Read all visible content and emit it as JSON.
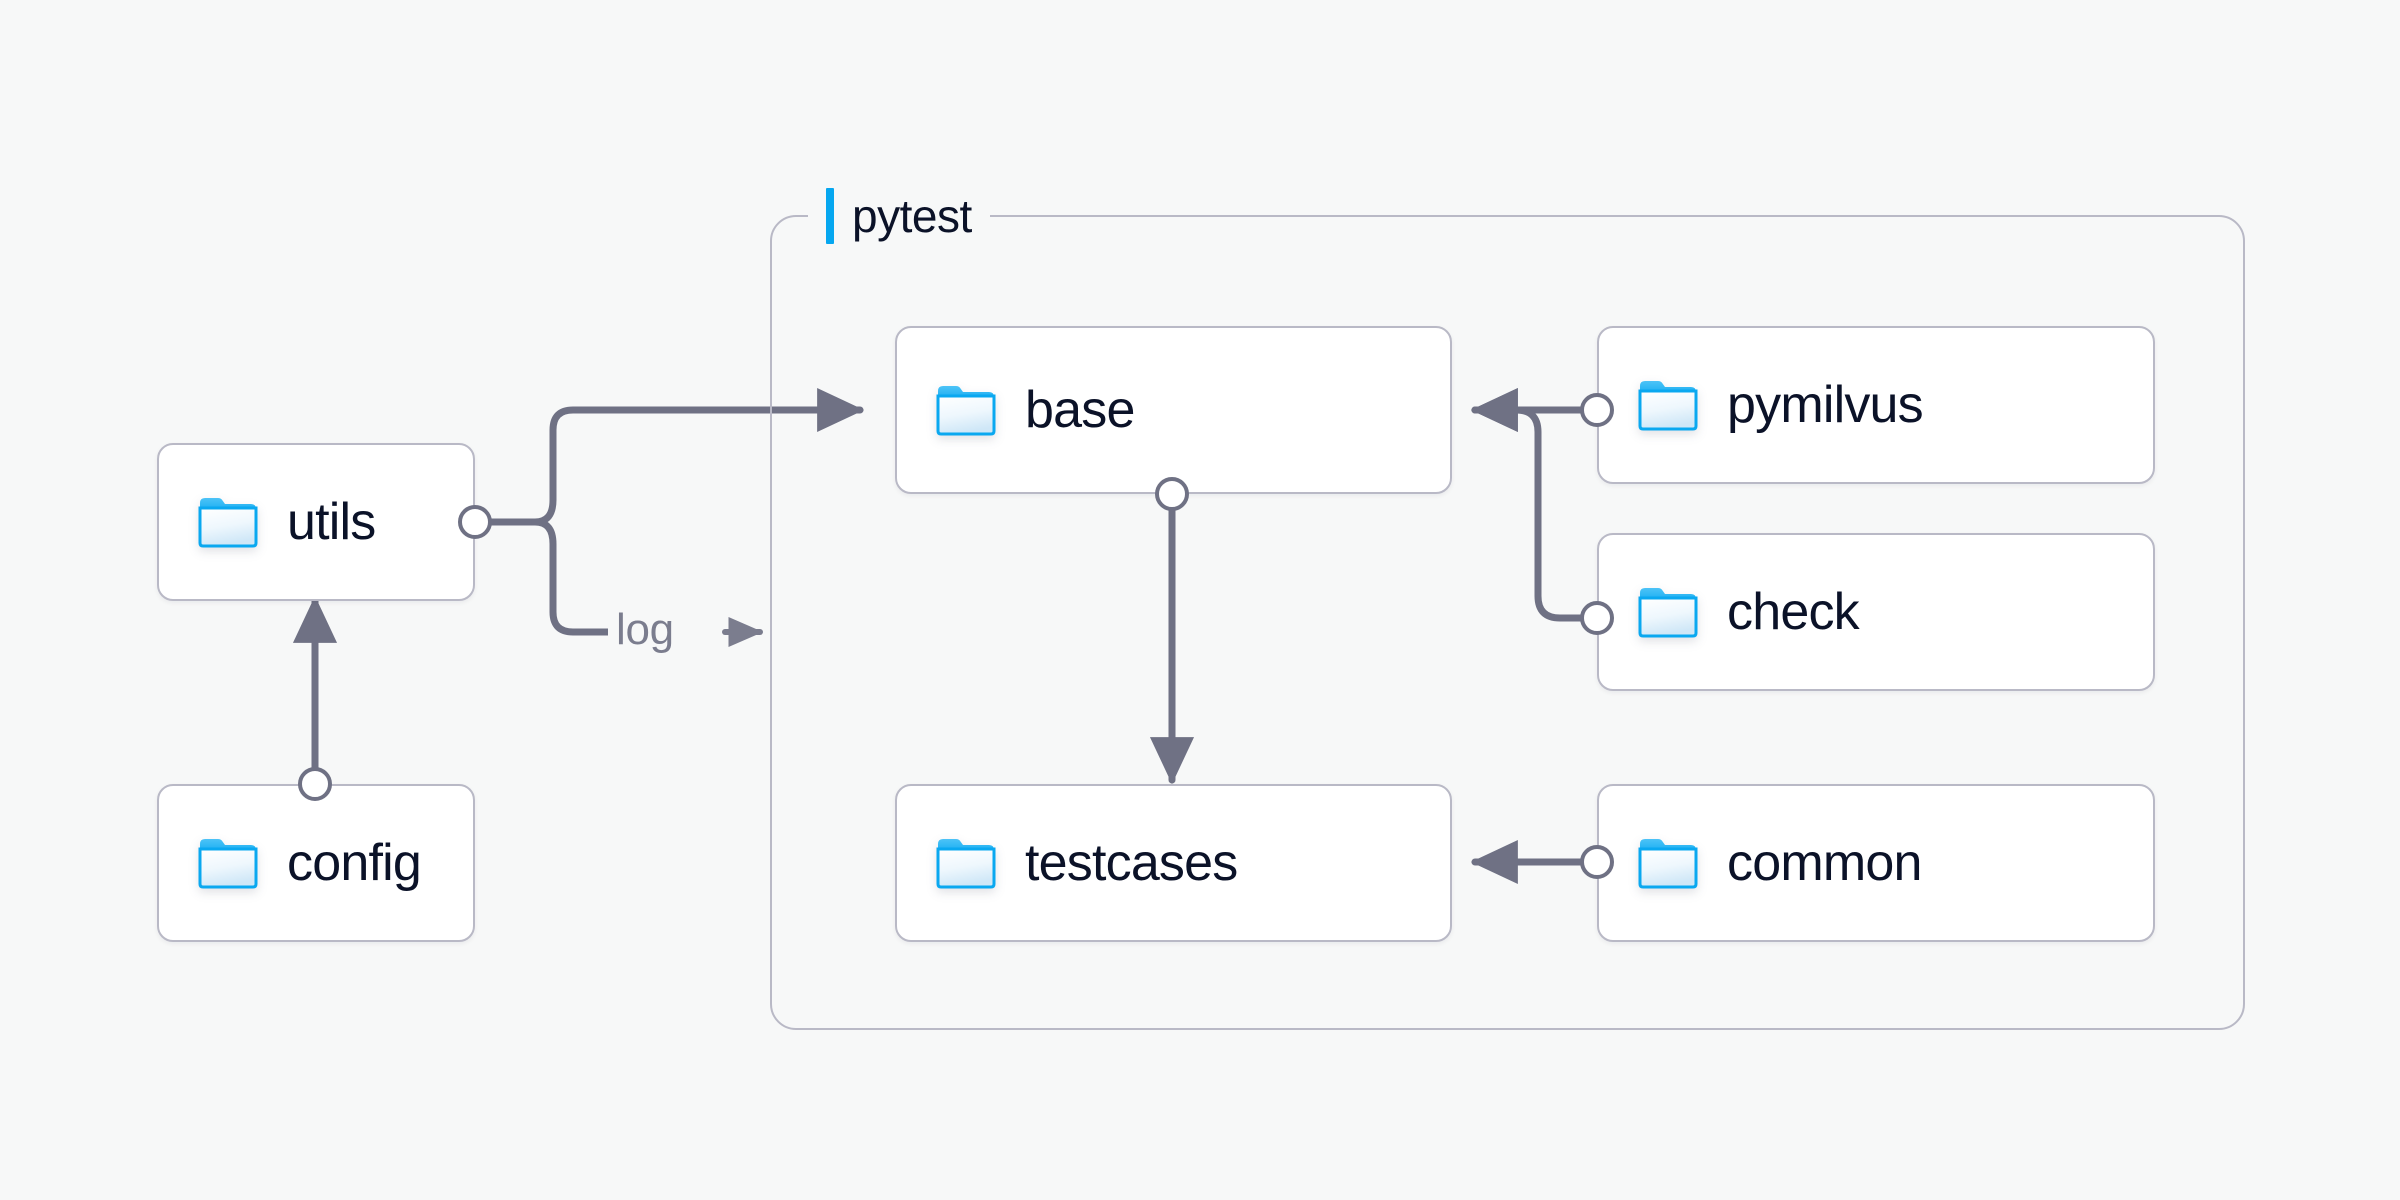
{
  "diagram": {
    "title_hidden": "",
    "background_color": "#f7f8f8",
    "accent_color": "#06a7f0",
    "line_color": "#6f7184",
    "border_color": "#b9b9c6",
    "text_color": "#0b1228",
    "muted_text_color": "#7b7d8e"
  },
  "group": {
    "label": "pytest",
    "accent_color": "#06a7f0"
  },
  "nodes": [
    {
      "id": "utils",
      "label": "utils",
      "icon": "folder-icon"
    },
    {
      "id": "config",
      "label": "config",
      "icon": "folder-icon"
    },
    {
      "id": "base",
      "label": "base",
      "icon": "folder-icon"
    },
    {
      "id": "testcases",
      "label": "testcases",
      "icon": "folder-icon"
    },
    {
      "id": "pymilvus",
      "label": "pymilvus",
      "icon": "folder-icon"
    },
    {
      "id": "check",
      "label": "check",
      "icon": "folder-icon"
    },
    {
      "id": "common",
      "label": "common",
      "icon": "folder-icon"
    }
  ],
  "edges": [
    {
      "id": "config-to-utils",
      "from": "config",
      "to": "utils",
      "label": ""
    },
    {
      "id": "utils-to-base",
      "from": "utils",
      "to": "base",
      "label": ""
    },
    {
      "id": "utils-to-log",
      "from": "utils",
      "to": "pytest",
      "label": "log"
    },
    {
      "id": "base-to-testcases",
      "from": "base",
      "to": "testcases",
      "label": ""
    },
    {
      "id": "pymilvus-to-base",
      "from": "pymilvus",
      "to": "base",
      "label": ""
    },
    {
      "id": "check-to-base",
      "from": "check",
      "to": "base",
      "label": ""
    },
    {
      "id": "common-to-testcases",
      "from": "common",
      "to": "testcases",
      "label": ""
    }
  ]
}
